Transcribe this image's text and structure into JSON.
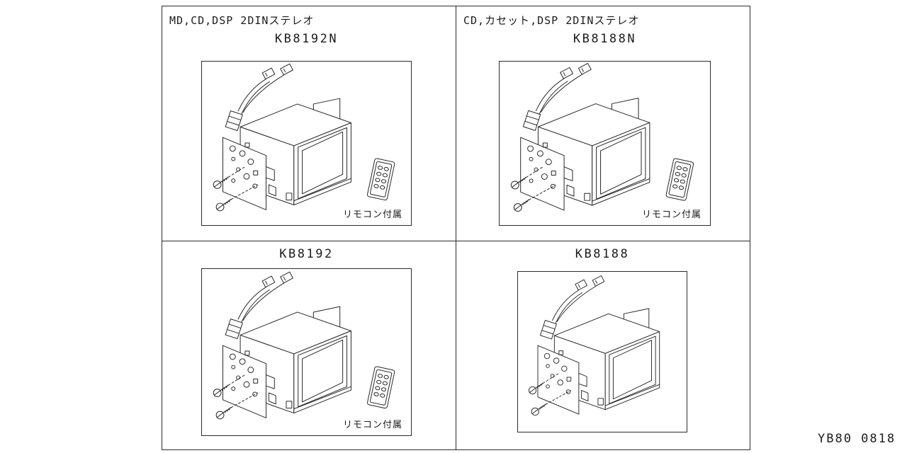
{
  "page": {
    "footer_code": "YB80 0818"
  },
  "panels": [
    {
      "id": "top-left",
      "description": "MD,CD,DSP 2DINステレオ",
      "part_number": "KB8192N",
      "remote_note": "リモコン付属",
      "remote_included": true
    },
    {
      "id": "top-right",
      "description": "CD,カセット,DSP 2DINステレオ",
      "part_number": "KB8188N",
      "remote_note": "リモコン付属",
      "remote_included": true
    },
    {
      "id": "bottom-left",
      "description": "",
      "part_number": "KB8192",
      "remote_note": "リモコン付属",
      "remote_included": true
    },
    {
      "id": "bottom-right",
      "description": "",
      "part_number": "KB8188",
      "remote_note": "",
      "remote_included": false
    }
  ]
}
